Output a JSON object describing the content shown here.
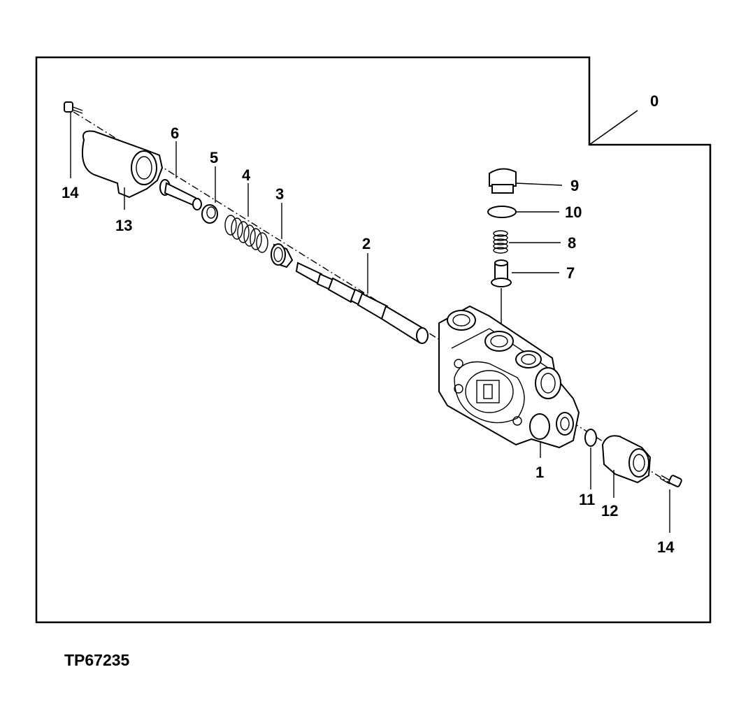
{
  "figure_ref": "TP67235",
  "callouts": {
    "c0": "0",
    "c1": "1",
    "c2": "2",
    "c3": "3",
    "c4": "4",
    "c5": "5",
    "c6": "6",
    "c7": "7",
    "c8": "8",
    "c9": "9",
    "c10": "10",
    "c11": "11",
    "c12": "12",
    "c13": "13",
    "c14a": "14",
    "c14b": "14"
  }
}
